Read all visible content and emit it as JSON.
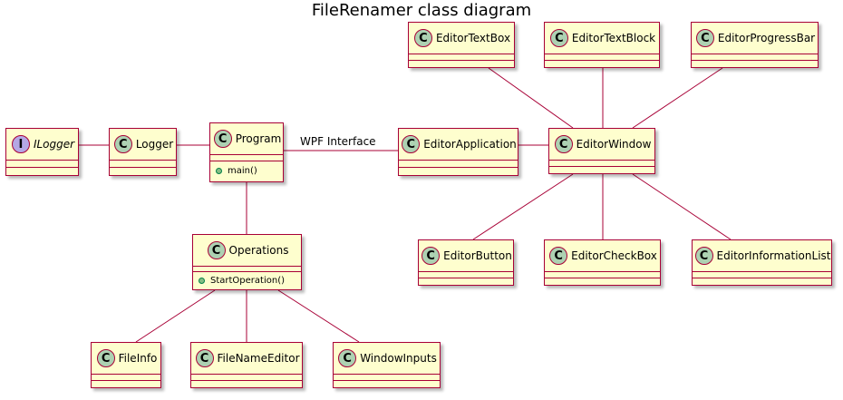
{
  "diagram": {
    "title": "FileRenamer class diagram",
    "colors": {
      "fill": "#fefece",
      "border": "#a80036",
      "class_badge": "#add1b2",
      "interface_badge": "#b4a7e5"
    },
    "nodes": {
      "ilogger": {
        "name": "ILogger",
        "kind": "I"
      },
      "logger": {
        "name": "Logger",
        "kind": "C"
      },
      "program": {
        "name": "Program",
        "kind": "C",
        "method": "main()"
      },
      "operations": {
        "name": "Operations",
        "kind": "C",
        "method": "StartOperation()"
      },
      "fileinfo": {
        "name": "FileInfo",
        "kind": "C"
      },
      "filenameeditor": {
        "name": "FileNameEditor",
        "kind": "C"
      },
      "windowinputs": {
        "name": "WindowInputs",
        "kind": "C"
      },
      "editorapplication": {
        "name": "EditorApplication",
        "kind": "C"
      },
      "editorwindow": {
        "name": "EditorWindow",
        "kind": "C"
      },
      "editortextbox": {
        "name": "EditorTextBox",
        "kind": "C"
      },
      "editortextblock": {
        "name": "EditorTextBlock",
        "kind": "C"
      },
      "editorprogressbar": {
        "name": "EditorProgressBar",
        "kind": "C"
      },
      "editorbutton": {
        "name": "EditorButton",
        "kind": "C"
      },
      "editorcheckbox": {
        "name": "EditorCheckBox",
        "kind": "C"
      },
      "editorinformationlist": {
        "name": "EditorInformationList",
        "kind": "C"
      }
    },
    "edges": [
      {
        "from": "ilogger",
        "to": "logger"
      },
      {
        "from": "logger",
        "to": "program"
      },
      {
        "from": "program",
        "to": "editorapplication",
        "label": "WPF Interface"
      },
      {
        "from": "editorapplication",
        "to": "editorwindow"
      },
      {
        "from": "program",
        "to": "operations"
      },
      {
        "from": "operations",
        "to": "fileinfo"
      },
      {
        "from": "operations",
        "to": "filenameeditor"
      },
      {
        "from": "operations",
        "to": "windowinputs"
      },
      {
        "from": "editortextbox",
        "to": "editorwindow"
      },
      {
        "from": "editortextblock",
        "to": "editorwindow"
      },
      {
        "from": "editorprogressbar",
        "to": "editorwindow"
      },
      {
        "from": "editorwindow",
        "to": "editorbutton"
      },
      {
        "from": "editorwindow",
        "to": "editorcheckbox"
      },
      {
        "from": "editorwindow",
        "to": "editorinformationlist"
      }
    ]
  }
}
